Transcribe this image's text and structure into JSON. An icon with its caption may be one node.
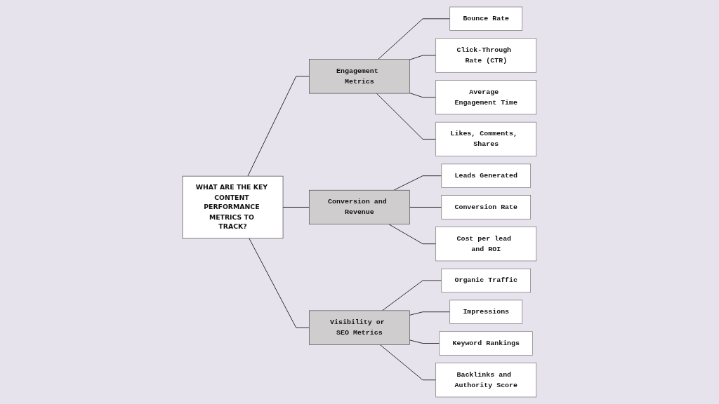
{
  "diagram": {
    "nodes": [
      {
        "text": [
          "WHAT ARE THE KEY CONTENT PERFORMANCE METRICS TO TRACK?"
        ]
      },
      {
        "text": [
          "Engagement Metrics"
        ]
      },
      {
        "text": [
          "Bounce Rate"
        ]
      },
      {
        "text": [
          "Click-Through Rate (CTR)"
        ]
      },
      {
        "text": [
          "Average Engagement Time"
        ]
      },
      {
        "text": [
          "Likes, Comments, Shares"
        ]
      },
      {
        "text": [
          "Conversion and Revenue"
        ]
      },
      {
        "text": [
          "Leads Generated"
        ]
      },
      {
        "text": [
          "Conversion Rate"
        ]
      },
      {
        "text": [
          "Cost per lead and ROI"
        ]
      },
      {
        "text": [
          "Visibility or SEO Metrics"
        ]
      },
      {
        "text": [
          "Organic Traffic"
        ]
      },
      {
        "text": [
          "Impressions"
        ]
      },
      {
        "text": [
          "Keyword Rankings"
        ]
      },
      {
        "text": [
          "Backlinks and Authority Score"
        ]
      }
    ],
    "edges": [
      {
        "from": 0,
        "to": 1,
        "arrow": "none"
      },
      {
        "from": 0,
        "to": 6,
        "arrow": "none"
      },
      {
        "from": 0,
        "to": 10,
        "arrow": "none"
      },
      {
        "from": 1,
        "to": 2,
        "arrow": "none"
      },
      {
        "from": 1,
        "to": 3,
        "arrow": "none"
      },
      {
        "from": 1,
        "to": 4,
        "arrow": "none"
      },
      {
        "from": 1,
        "to": 5,
        "arrow": "none"
      },
      {
        "from": 6,
        "to": 7,
        "arrow": "none"
      },
      {
        "from": 6,
        "to": 8,
        "arrow": "none"
      },
      {
        "from": 6,
        "to": 9,
        "arrow": "none"
      },
      {
        "from": 10,
        "to": 11,
        "arrow": "none"
      },
      {
        "from": 10,
        "to": 12,
        "arrow": "none"
      },
      {
        "from": 10,
        "to": 13,
        "arrow": "none"
      },
      {
        "from": 10,
        "to": 14,
        "arrow": "none"
      }
    ]
  }
}
